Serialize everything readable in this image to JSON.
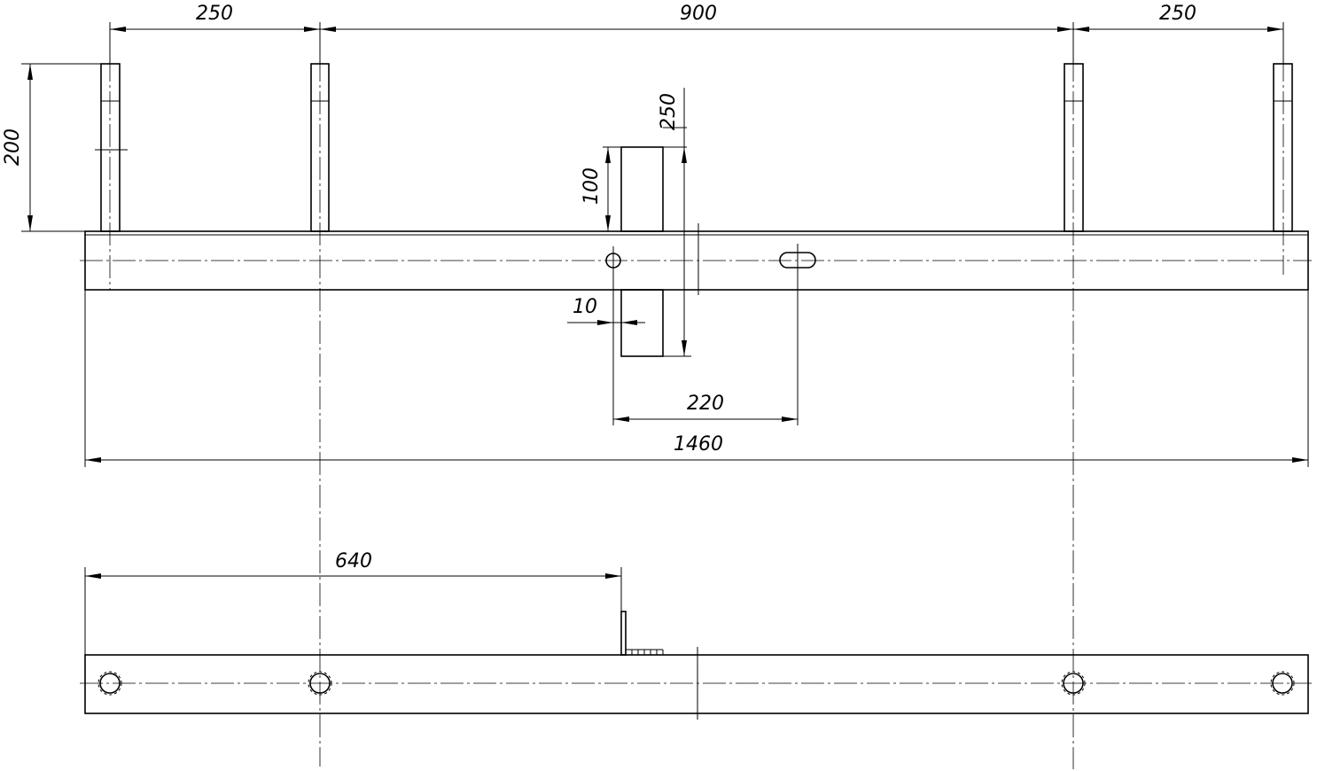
{
  "dimensions": {
    "top_left_span": "250",
    "top_middle_span": "900",
    "top_right_span": "250",
    "post_height": "200",
    "bracket_height": "250",
    "bracket_upper": "100",
    "hole_offset": "10",
    "slot_distance": "220",
    "overall_length": "1460",
    "plan_offset": "640"
  }
}
